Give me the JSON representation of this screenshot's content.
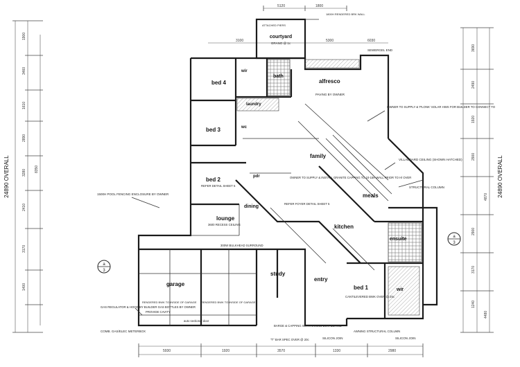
{
  "overall": {
    "left": "24890 OVERALL",
    "right": "24890 OVERALL"
  },
  "rooms": {
    "courtyard": "courtyard",
    "bed4": "bed 4",
    "wir_top": "wir",
    "bath": "bath",
    "alfresco": "alfresco",
    "laundry": "laundry",
    "bed3": "bed 3",
    "bed2": "bed 2",
    "family": "family",
    "lounge": "lounge",
    "dining": "dining",
    "meals": "meals",
    "kitchen": "kitchen",
    "ensuite": "ensuite",
    "garage": "garage",
    "study": "study",
    "entry": "entry",
    "bed1": "bed 1",
    "wir_bed1": "wir",
    "pdr": "pdr",
    "wc": "wc"
  },
  "notes": {
    "rendered_wall": "1800H RENDERED BRK WALL",
    "attached_piers": "ATTACHED PIERS",
    "granolithic": "GRANO @ 1c",
    "sewer_end": "SEWERGEL END",
    "pool_fencing": "1500H POOL FENCING ENCLOSURE BY OWNER",
    "gas_regulator": "GAS REGULATOR & HOOD BY BUILDER GAS BOTTLES BY OWNER",
    "meterbox": "COMB. GAS/ELEC METERBOX",
    "paving": "PAVING BY OWNER",
    "villaboard": "VILLABOARD CEILING (SHOWN HATCHED)",
    "structural_column": "STRUCTURAL COLUMN",
    "refer_foyer": "REFER FOYER DETAIL SHEET 5",
    "bulkhead": "300W BULKHEAD SURROUND",
    "cantilevered": "CANTILEVERED BWK OVER @ 25c",
    "barge": "BARGE & CAPPING WITH RAKING BWK BEHIND",
    "silicon_join_a": "SILICON JOIN",
    "silicon_join_b": "SILICON JOIN",
    "awning": "AWNING STRUCTURAL COLUMN",
    "t_bar": "\"T\" BAR SPEC OVER @ 20c",
    "owner_supply": "OWNER TO SUPPLY & 'PLONK' SOLAR HWS FOR BUILDER TO CONNECT TO",
    "owner_install": "OWNER TO SUPPLY & INSTALL GRANITE CAPPING TO 10-15H WALL PRIOR TO H/ OVER",
    "lounge_ceiling": "3600 RECESS CEILING",
    "refer_sheet5": "REFER DETAIL SHEET 5",
    "provide_cavity": "PROVIDE CAVITY",
    "rendered_garage_a": "RENDERED BWK TO INSIDE OF GARAGE",
    "rendered_garage_b": "RENDERED BWK TO INSIDE OF GARAGE",
    "sectional_door": "auto sectional door",
    "a3": "3",
    "a_label": "a"
  },
  "dims": {
    "top": [
      "5120",
      "1800",
      "3100",
      "5300",
      "6030"
    ],
    "left": [
      "1900",
      "3460",
      "1610",
      "2890",
      "3280",
      "2410",
      "8350",
      "3170",
      "1400"
    ],
    "right": [
      "3690",
      "2490",
      "1920",
      "2900",
      "4870",
      "2900",
      "3170",
      "1240",
      "4480"
    ],
    "bottom": [
      "5930",
      "1920",
      "3570",
      "1330",
      "2980"
    ]
  }
}
